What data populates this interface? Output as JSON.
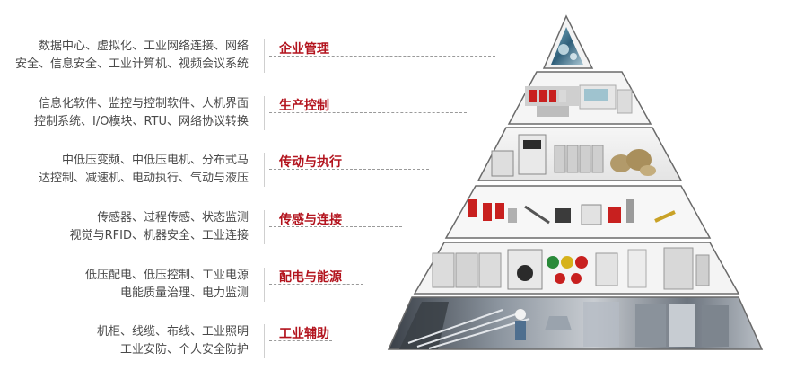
{
  "colors": {
    "accent": "#b3141e",
    "outline": "#6a6a6a"
  },
  "levels": [
    {
      "title": "企业管理",
      "lines": [
        "数据中心、虚拟化、工业网络连接、网络",
        "安全、信息安全、工业计算机、视频会议系统"
      ]
    },
    {
      "title": "生产控制",
      "lines": [
        "信息化软件、监控与控制软件、人机界面",
        "控制系统、I/O模块、RTU、网络协议转换"
      ]
    },
    {
      "title": "传动与执行",
      "lines": [
        "中低压变频、中低压电机、分布式马",
        "达控制、减速机、电动执行、气动与液压"
      ]
    },
    {
      "title": "传感与连接",
      "lines": [
        "传感器、过程传感、状态监测",
        "视觉与RFID、机器安全、工业连接"
      ]
    },
    {
      "title": "配电与能源",
      "lines": [
        "低压配电、低压控制、工业电源",
        "电能质量治理、电力监测"
      ]
    },
    {
      "title": "工业辅助",
      "lines": [
        "机柜、线缆、布线、工业照明",
        "工业安防、个人安全防护"
      ]
    }
  ]
}
